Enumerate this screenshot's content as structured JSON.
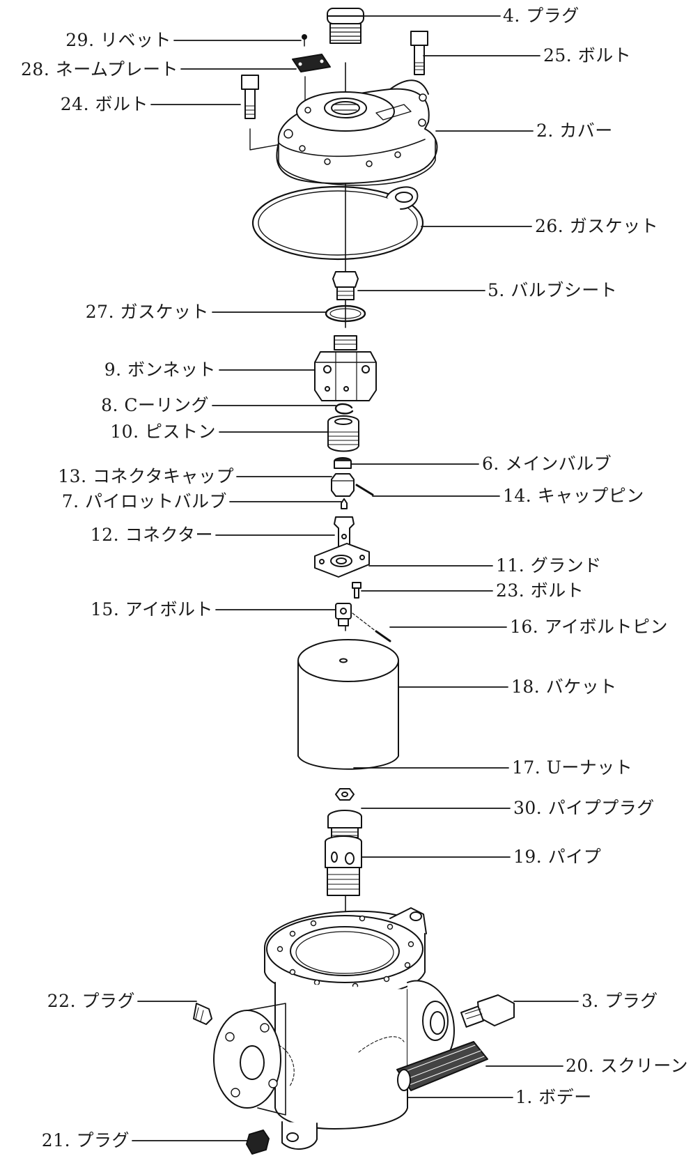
{
  "labels": {
    "p1": "1. ボデー",
    "p2": "2. カバー",
    "p3": "3. プラグ",
    "p4": "4. プラグ",
    "p5": "5. バルブシート",
    "p6": "6. メインバルブ",
    "p7": "7. パイロットバルブ",
    "p8": "8. Cーリング",
    "p9": "9. ボンネット",
    "p10": "10. ピストン",
    "p11": "11. グランド",
    "p12": "12. コネクター",
    "p13": "13. コネクタキャップ",
    "p14": "14. キャップピン",
    "p15": "15. アイボルト",
    "p16": "16. アイボルトピン",
    "p17": "17. Uーナット",
    "p18": "18. バケット",
    "p19": "19. パイプ",
    "p20": "20. スクリーン",
    "p21": "21. プラグ",
    "p22": "22. プラグ",
    "p23": "23. ボルト",
    "p24": "24. ボルト",
    "p25": "25. ボルト",
    "p26": "26. ガスケット",
    "p27": "27. ガスケット",
    "p28": "28. ネームプレート",
    "p29": "29. リベット",
    "p30": "30. パイププラグ"
  }
}
